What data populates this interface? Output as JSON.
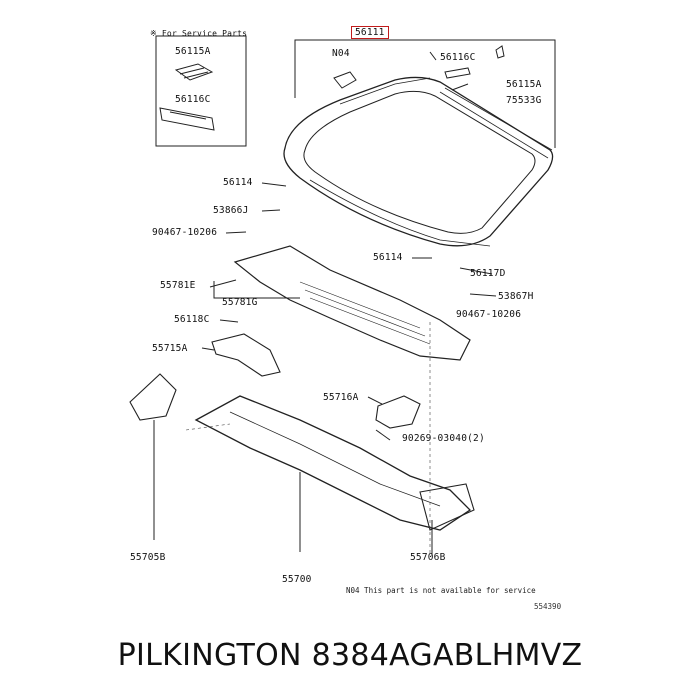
{
  "service_note_header": "※ For Service Parts",
  "labels": {
    "p56111": "56111",
    "p56115a_box": "56115A",
    "p56116c_box": "56116C",
    "n04": "N04",
    "p56116c": "56116C",
    "p56115a": "56115A",
    "p75533g": "75533G",
    "p56114_top": "56114",
    "p53866j": "53866J",
    "p90467_left": "90467-10206",
    "p55781e": "55781E",
    "p55781g": "55781G",
    "p56114_mid": "56114",
    "p56117d": "56117D",
    "p53867h": "53867H",
    "p90467_right": "90467-10206",
    "p56118c": "56118C",
    "p55715a": "55715A",
    "p55716a": "55716A",
    "p90269": "90269-03040(2)",
    "p55705b": "55705B",
    "p55706b": "55706B",
    "p55700": "55700"
  },
  "footnote": "N04  This part is not available for service",
  "drawing_code": "554390",
  "brand_text": "PILKINGTON 8384AGABLHMVZ",
  "colors": {
    "ink": "#111111",
    "highlight": "#c21c1c"
  }
}
